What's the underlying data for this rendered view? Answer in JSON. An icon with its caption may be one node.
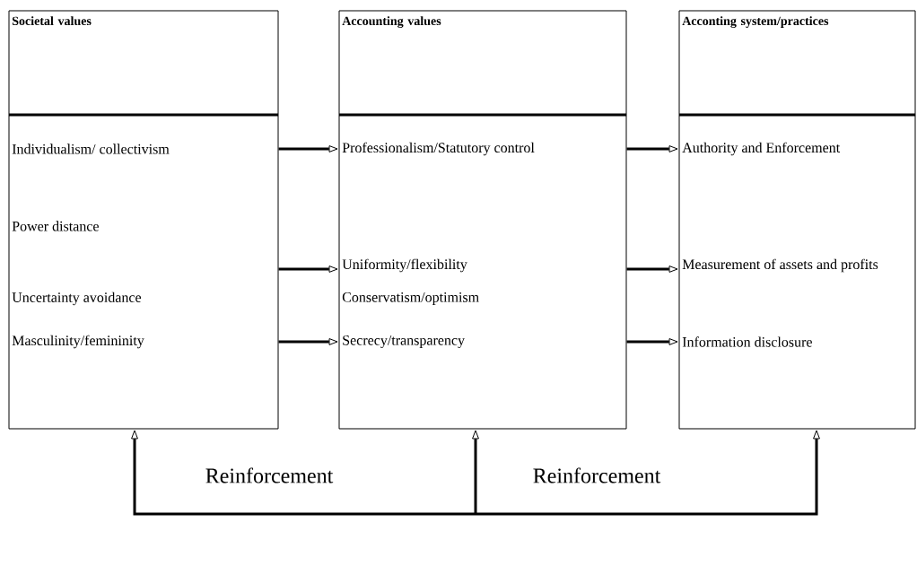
{
  "diagram": {
    "nodes": [
      {
        "text": [
          "Societal values"
        ]
      },
      {
        "text": [
          "Individualism/ collectivism",
          "Power distance",
          "Uncertainty avoidance",
          "Masculinity/femininity"
        ]
      },
      {
        "text": [
          "Accounting values"
        ]
      },
      {
        "text": [
          "Professionalism/Statutory control",
          "Uniformity/flexibility",
          "Conservatism/optimism",
          "Secrecy/transparency"
        ]
      },
      {
        "text": [
          "Acconting system/practices"
        ]
      },
      {
        "text": [
          "Authority and Enforcement",
          "Measurement of assets and profits",
          "Information disclosure"
        ]
      }
    ],
    "edges": [
      {
        "from": 1,
        "to": 3,
        "arrow": "to"
      },
      {
        "from": 1,
        "to": 3,
        "arrow": "to"
      },
      {
        "from": 1,
        "to": 3,
        "arrow": "to"
      },
      {
        "from": 3,
        "to": 5,
        "arrow": "to"
      },
      {
        "from": 3,
        "to": 5,
        "arrow": "to"
      },
      {
        "from": 3,
        "to": 5,
        "arrow": "to"
      },
      {
        "from": null,
        "to": 1,
        "arrow": "to"
      },
      {
        "from": null,
        "to": 3,
        "arrow": "to"
      },
      {
        "from": null,
        "to": 5,
        "arrow": "to"
      }
    ],
    "labels": [
      "Reinforcement",
      "Reinforcement"
    ]
  }
}
